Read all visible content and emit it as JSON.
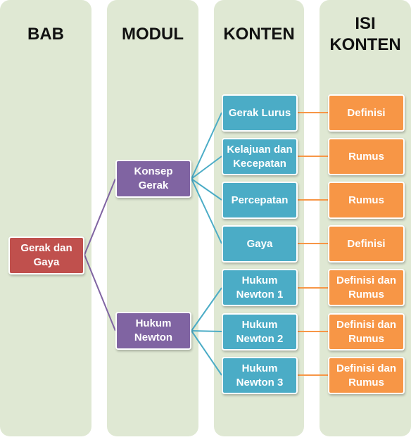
{
  "columns": {
    "bab": "BAB",
    "modul": "MODUL",
    "konten": "KONTEN",
    "isi_konten": "ISI KONTEN"
  },
  "bab": {
    "label": "Gerak dan Gaya"
  },
  "modul": [
    {
      "label": "Konsep Gerak"
    },
    {
      "label": "Hukum Newton"
    }
  ],
  "konten": [
    {
      "label": "Gerak Lurus",
      "isi": "Definisi"
    },
    {
      "label": "Kelajuan dan Kecepatan",
      "isi": "Rumus"
    },
    {
      "label": "Percepatan",
      "isi": "Rumus"
    },
    {
      "label": "Gaya",
      "isi": "Definisi"
    },
    {
      "label": "Hukum Newton 1",
      "isi": "Definisi dan Rumus"
    },
    {
      "label": "Hukum Newton 2",
      "isi": "Definisi dan Rumus"
    },
    {
      "label": "Hukum Newton 3",
      "isi": "Definisi dan Rumus"
    }
  ],
  "colors": {
    "column_bg": "#dfe8d3",
    "bab": "#c0504d",
    "modul": "#8064a2",
    "konten": "#4bacc6",
    "isi": "#f79646"
  }
}
